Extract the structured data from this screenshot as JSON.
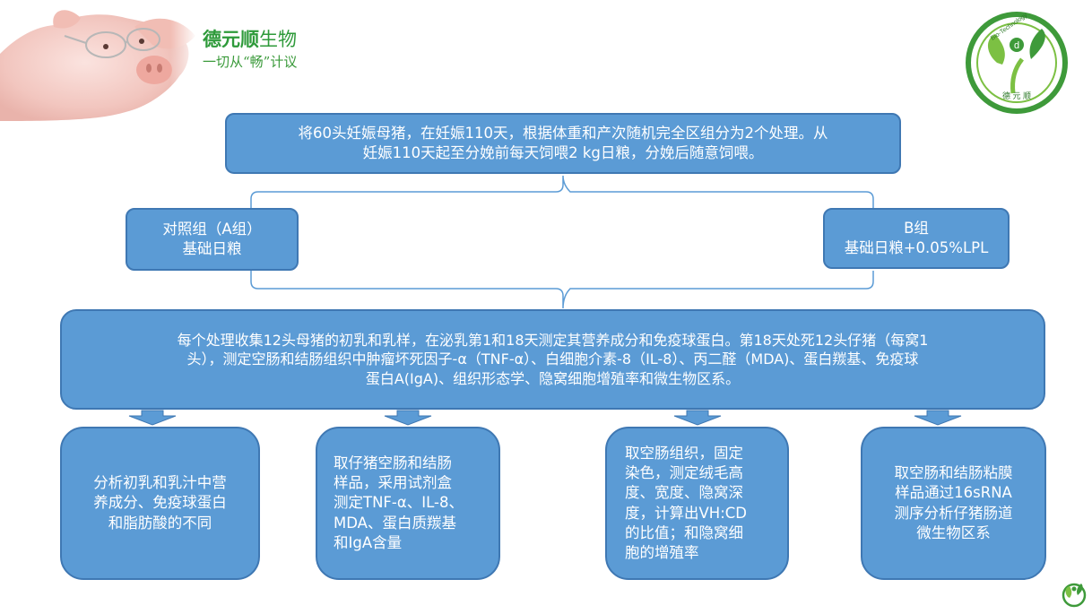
{
  "brand": {
    "name_bold": "德元顺",
    "name_rest": "生物",
    "slogan": "一切从“畅”计议",
    "logo_ring_text": "Bio-Technology",
    "logo_bottom_text": "德 元 顺",
    "logo_letter": "d"
  },
  "colors": {
    "box_fill": "#5b9bd5",
    "box_border": "#3f78b3",
    "connector": "#5b9bd5",
    "brand_green": "#2e9a3a"
  },
  "top_box": "将60头妊娠母猪，在妊娠110天，根据体重和产次随机完全区组分为2个处理。从\n妊娠110天起至分娩前每天饲喂2 kg日粮，分娩后随意饲喂。",
  "group_a": "对照组（A组）\n基础日粮",
  "group_b": "B组\n基础日粮+0.05%LPL",
  "middle_box": "每个处理收集12头母猪的初乳和乳样，在泌乳第1和18天测定其营养成分和免疫球蛋白。第18天处死12头仔猪（每窝1\n头），测定空肠和结肠组织中肿瘤坏死因子-α（TNF-α）、白细胞介素-8（IL-8）、丙二醛（MDA)、蛋白羰基、免疫球\n蛋白A(IgA)、组织形态学、隐窝细胞增殖率和微生物区系。",
  "outcomes": [
    "分析初乳和乳汁中营\n养成分、免疫球蛋白\n和脂肪酸的不同",
    "取仔猪空肠和结肠\n样品，采用试剂盒\n测定TNF-α、IL-8、\nMDA、蛋白质羰基\n和IgA含量",
    "取空肠组织，固定\n染色，测定绒毛高\n度、宽度、隐窝深\n度，计算出VH:CD\n的比值；和隐窝细\n胞的增殖率",
    "取空肠和结肠粘膜\n样品通过16sRNA\n测序分析仔猪肠道\n微生物区系"
  ]
}
